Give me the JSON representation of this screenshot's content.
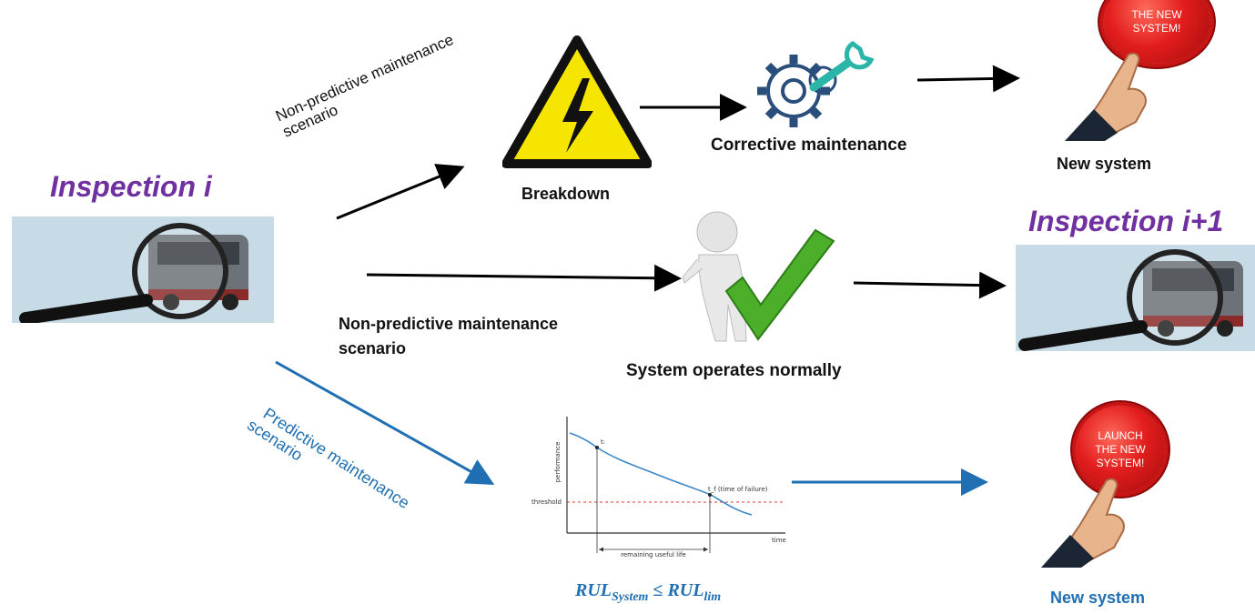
{
  "labels": {
    "inspection_i": "Inspection i",
    "inspection_i1": "Inspection i+1",
    "non_predictive_top_line1": "Non-predictive maintenance",
    "non_predictive_top_line2": "scenario",
    "breakdown": "Breakdown",
    "corrective_maintenance": "Corrective maintenance",
    "new_system_top": "New system",
    "non_predictive_mid_line1": "Non-predictive maintenance",
    "non_predictive_mid_line2": "scenario",
    "system_operates_normally": "System operates normally",
    "predictive_line1": "Predictive maintenance",
    "predictive_line2": "scenario",
    "rul_lhs": "RUL",
    "rul_lhs_sub": "System",
    "rul_op": "≤",
    "rul_rhs": "RUL",
    "rul_rhs_sub": "lim",
    "new_system_bottom": "New system"
  },
  "buttons": {
    "top": {
      "line1": "THE NEW",
      "line2": "SYSTEM!"
    },
    "bottom": {
      "line1": "LAUNCH",
      "line2": "THE NEW",
      "line3": "SYSTEM!"
    }
  },
  "mini_chart": {
    "ylabel": "performance",
    "xlabel": "time",
    "threshold_label": "threshold",
    "ti_label": "tᵢ",
    "tf_label": "t_f (time of failure)",
    "rul_label": "remaining useful life"
  },
  "colors": {
    "purple": "#7030a0",
    "blue": "#1f6fb2",
    "warning_yellow": "#f6e500",
    "check_green": "#4caf2a",
    "gear_blue": "#2a4e7c",
    "wrench_teal": "#2bb5a8",
    "button_red": "#e21d1d"
  }
}
